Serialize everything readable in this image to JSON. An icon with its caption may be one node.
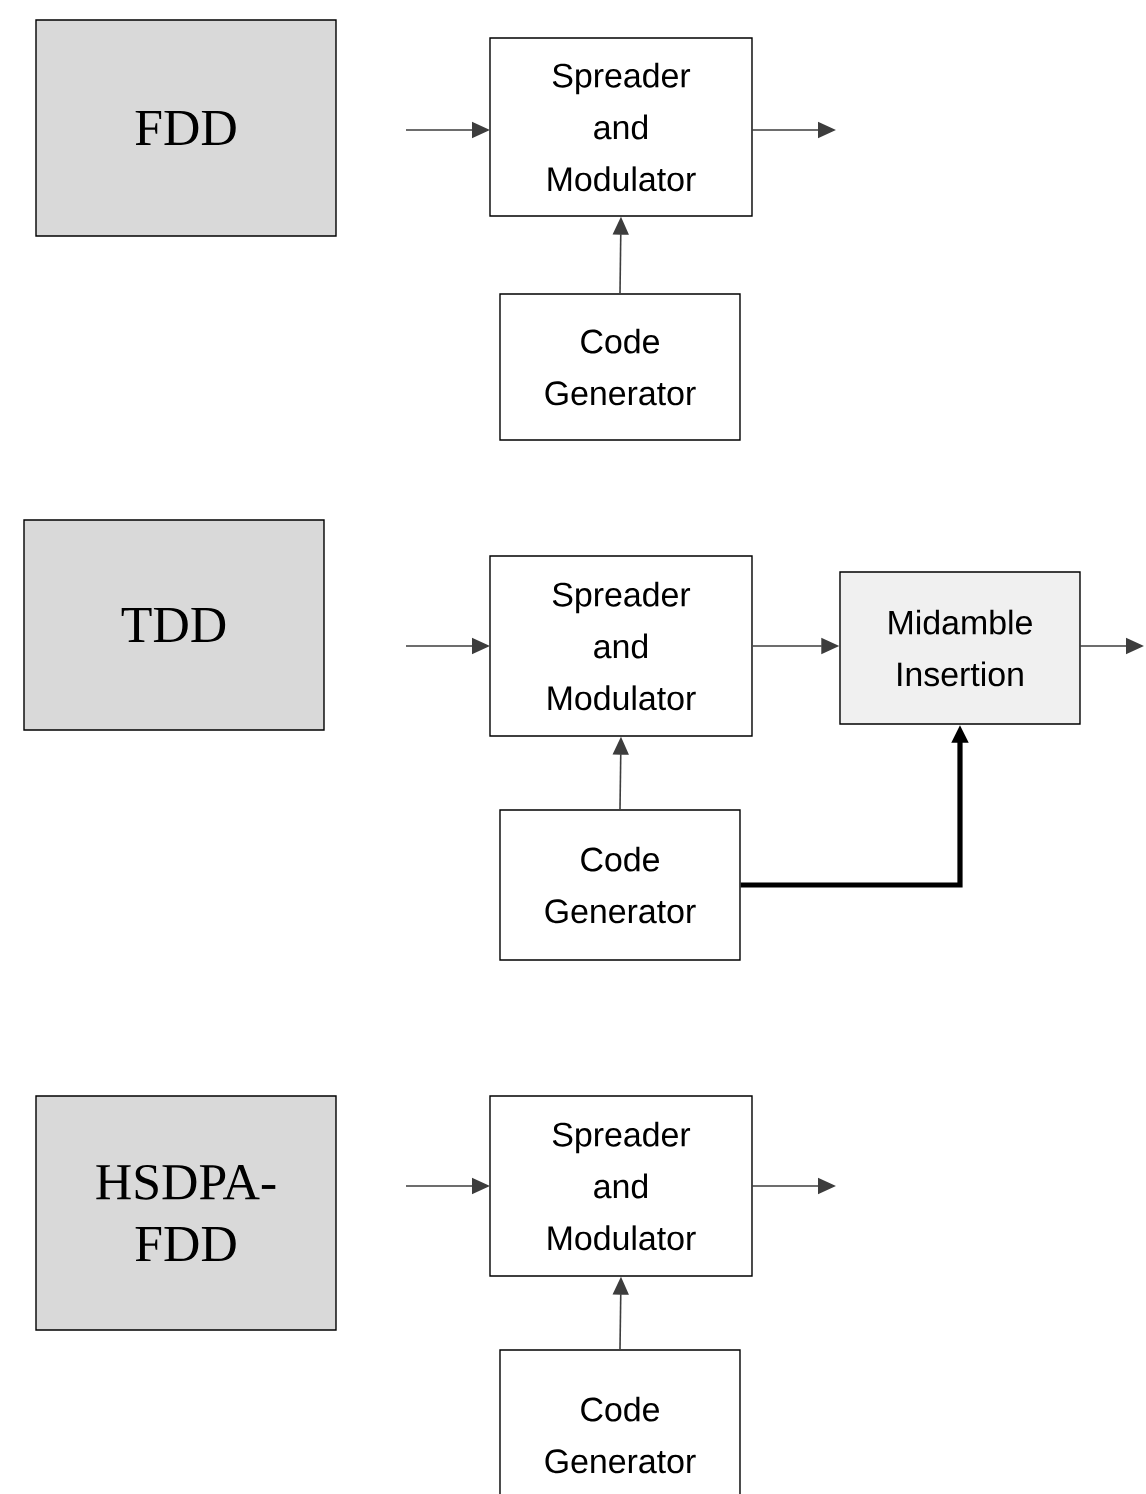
{
  "diagram": {
    "nodes": [
      {
        "text": [
          "FDD"
        ]
      },
      {
        "text": [
          "Spreader and Modulator"
        ]
      },
      {
        "text": [
          "Code Generator"
        ]
      },
      {
        "text": [
          "TDD"
        ]
      },
      {
        "text": [
          "Spreader and Modulator"
        ]
      },
      {
        "text": [
          "Midamble Insertion"
        ]
      },
      {
        "text": [
          "Code Generator"
        ]
      },
      {
        "text": [
          "HSDPA- FDD"
        ]
      },
      {
        "text": [
          "Spreader and Modulator"
        ]
      },
      {
        "text": [
          "Code Generator"
        ]
      }
    ],
    "edges": [
      {
        "from": null,
        "to": 1,
        "arrow": "to"
      },
      {
        "from": 1,
        "to": null,
        "arrow": "to"
      },
      {
        "from": 2,
        "to": 1,
        "arrow": "to"
      },
      {
        "from": null,
        "to": 4,
        "arrow": "to"
      },
      {
        "from": 4,
        "to": 5,
        "arrow": "to"
      },
      {
        "from": 5,
        "to": null,
        "arrow": "to"
      },
      {
        "from": 6,
        "to": 4,
        "arrow": "to"
      },
      {
        "from": 6,
        "to": 5,
        "arrow": "to",
        "style": "thick"
      },
      {
        "from": null,
        "to": 8,
        "arrow": "to"
      },
      {
        "from": 8,
        "to": null,
        "arrow": "to"
      },
      {
        "from": 9,
        "to": 8,
        "arrow": "to"
      }
    ]
  }
}
